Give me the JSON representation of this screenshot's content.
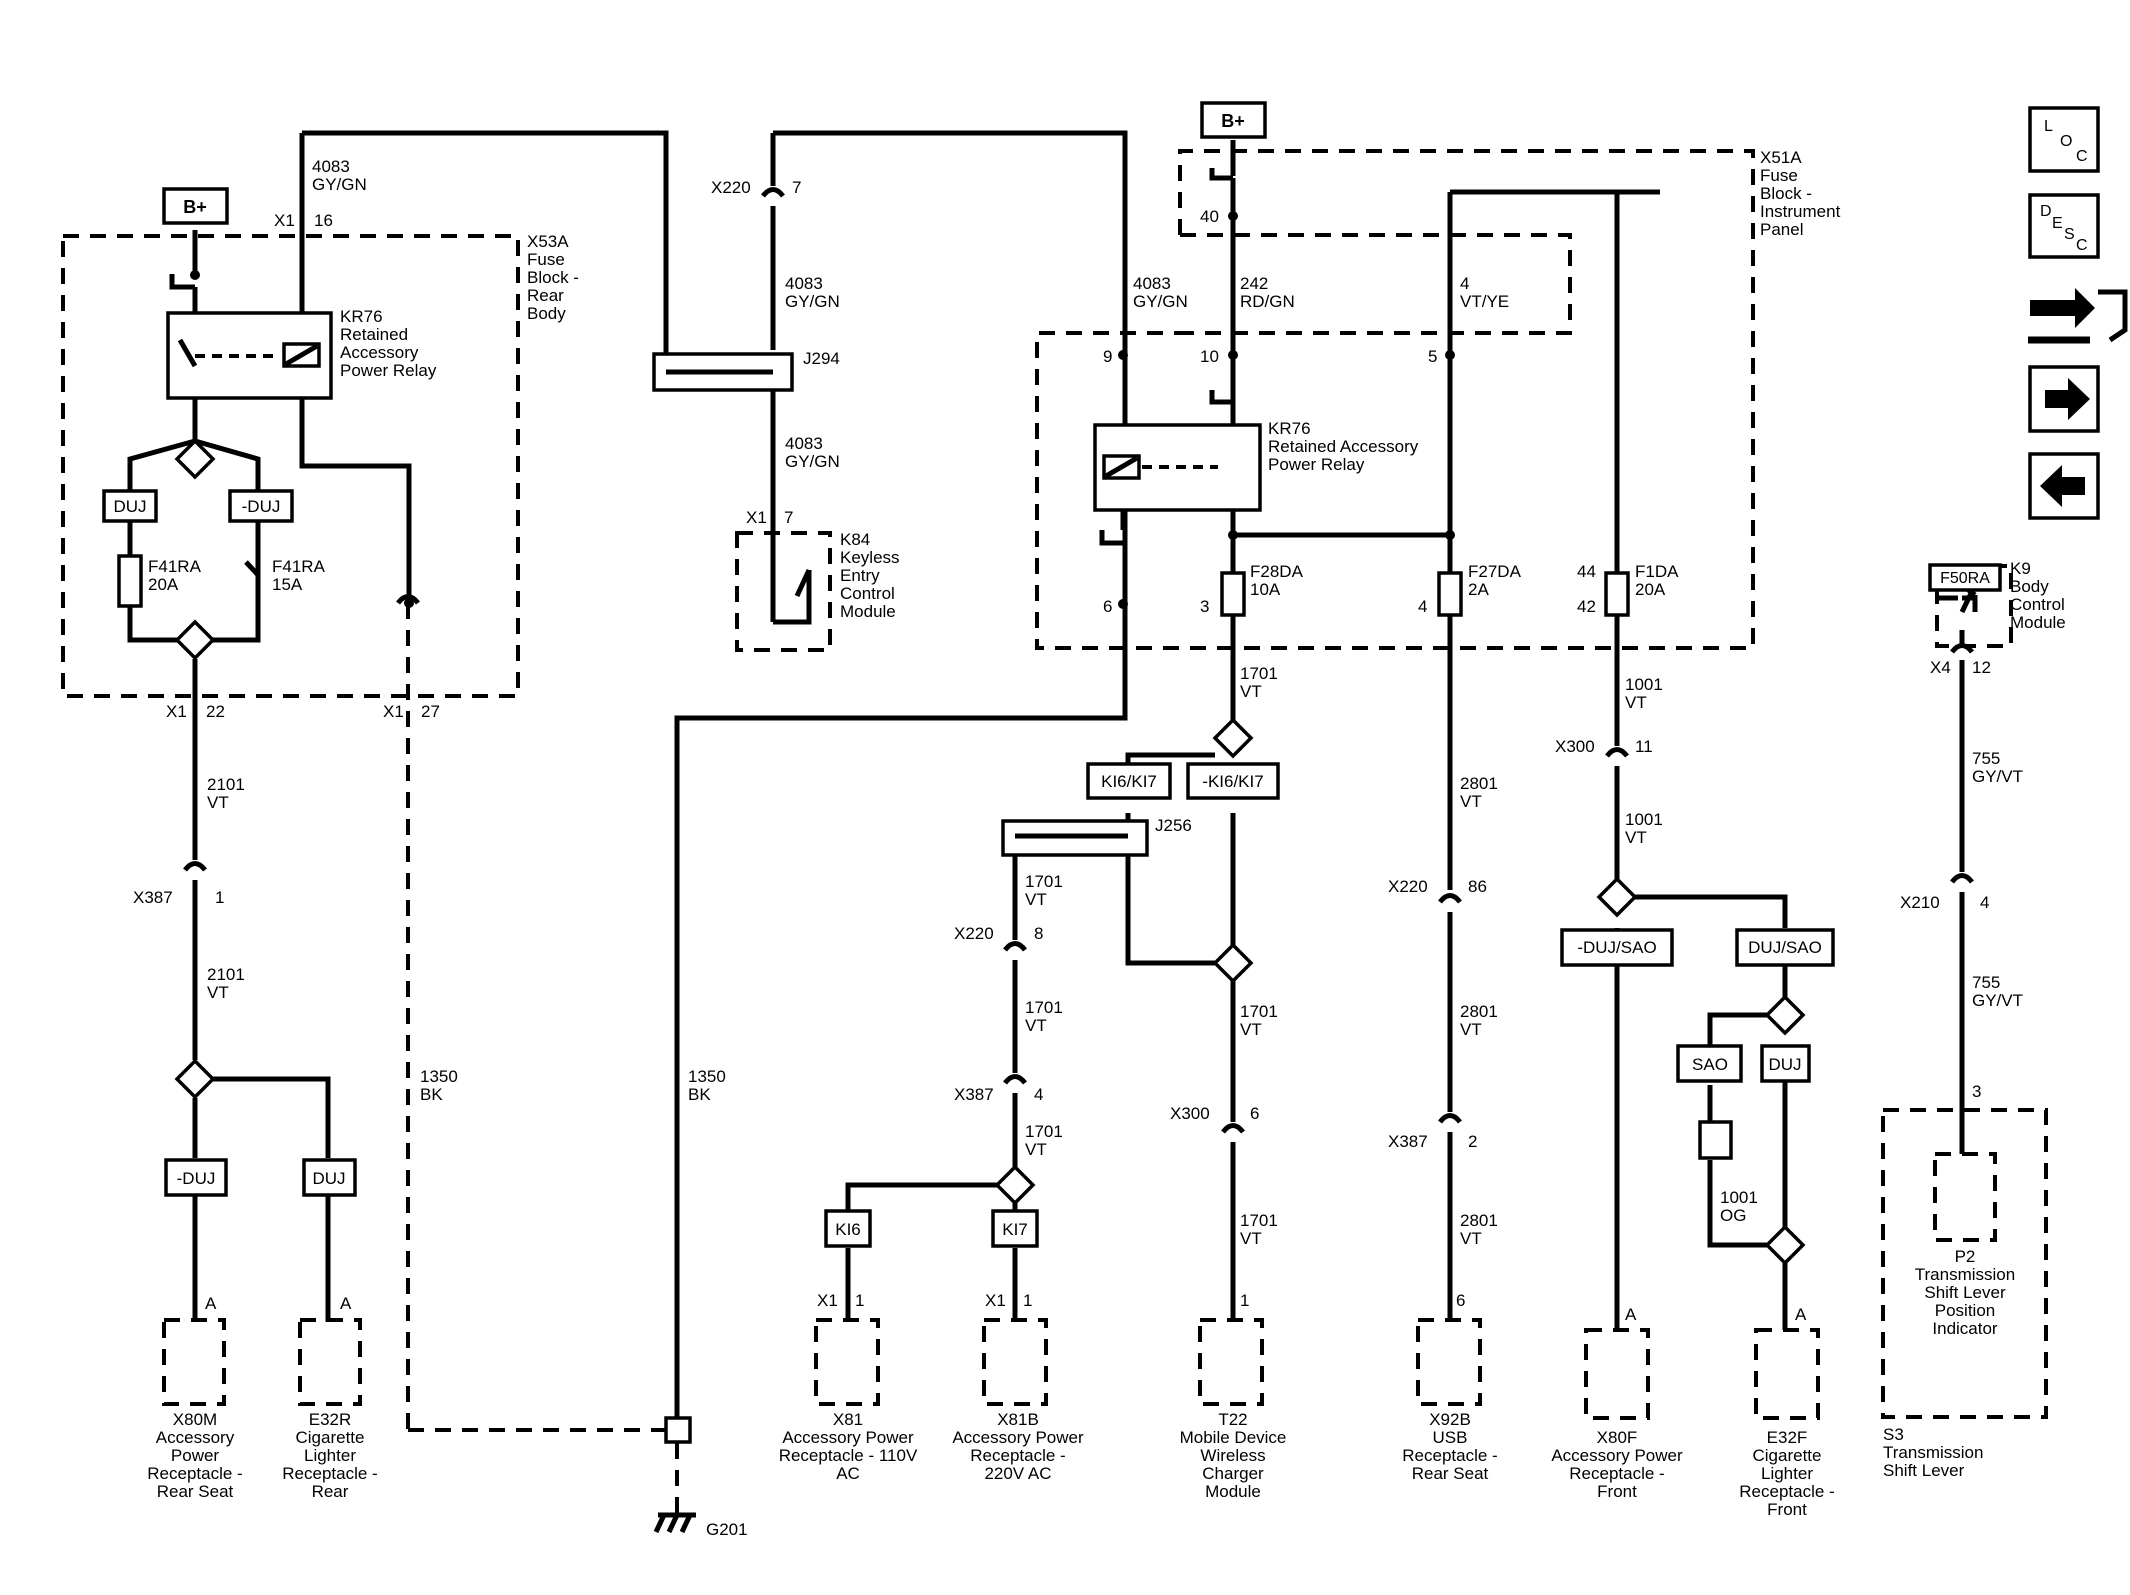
{
  "bplus": "B+",
  "ground": "G201",
  "fuse_blocks": {
    "rear": [
      "X53A",
      "Fuse",
      "Block -",
      "Rear",
      "Body"
    ],
    "ip": [
      "X51A",
      "Fuse",
      "Block -",
      "Instrument",
      "Panel"
    ]
  },
  "relays": {
    "rear": [
      "KR76",
      "Retained",
      "Accessory",
      "Power Relay"
    ],
    "ip": [
      "KR76",
      "Retained Accessory",
      "Power Relay"
    ]
  },
  "fuses": {
    "f41ra_20": [
      "F41RA",
      "20A"
    ],
    "f41ra_15": [
      "F41RA",
      "15A"
    ],
    "f28da": [
      "F28DA",
      "10A"
    ],
    "f27da": [
      "F27DA",
      "2A"
    ],
    "f1da": [
      "F1DA",
      "20A"
    ],
    "f50ra": "F50RA"
  },
  "options": {
    "duj": "DUJ",
    "nduj": "-DUJ",
    "ki6ki7": "KI6/KI7",
    "nki6ki7": "-KI6/KI7",
    "ki6": "KI6",
    "ki7": "KI7",
    "ndujsao": "-DUJ/SAO",
    "dujsao": "DUJ/SAO",
    "sao": "SAO"
  },
  "splices": {
    "j294": "J294",
    "j256": "J256"
  },
  "connectors": {
    "x1": "X1",
    "x4": "X4",
    "x220": "X220",
    "x387": "X387",
    "x300": "X300",
    "x210": "X210"
  },
  "pins": {
    "p16": "16",
    "p22": "22",
    "p27": "27",
    "p7": "7",
    "p1": "1",
    "p40": "40",
    "p9": "9",
    "p10": "10",
    "p5": "5",
    "p6": "6",
    "p3": "3",
    "p4": "4",
    "p44": "44",
    "p42": "42",
    "p11": "11",
    "p12": "12",
    "p8": "8",
    "p86": "86",
    "p2": "2",
    "pA": "A"
  },
  "wires": {
    "c4083": "4083",
    "c2101": "2101",
    "c1350": "1350",
    "c242": "242",
    "c4": "4",
    "c1701": "1701",
    "c2801": "2801",
    "c1001": "1001",
    "c755": "755",
    "gygn": "GY/GN",
    "vt": "VT",
    "bk": "BK",
    "rdgn": "RD/GN",
    "vtye": "VT/YE",
    "og": "OG",
    "gyvt": "GY/VT"
  },
  "components": {
    "k84": [
      "K84",
      "Keyless",
      "Entry",
      "Control",
      "Module"
    ],
    "k9": [
      "K9",
      "Body",
      "Control",
      "Module"
    ],
    "x80m": [
      "X80M",
      "Accessory",
      "Power",
      "Receptacle -",
      "Rear Seat"
    ],
    "e32r": [
      "E32R",
      "Cigarette",
      "Lighter",
      "Receptacle -",
      "Rear"
    ],
    "x81": [
      "X81",
      "Accessory Power",
      "Receptacle - 110V",
      "AC"
    ],
    "x81b": [
      "X81B",
      "Accessory Power",
      "Receptacle -",
      "220V AC"
    ],
    "t22": [
      "T22",
      "Mobile Device",
      "Wireless",
      "Charger",
      "Module"
    ],
    "x92b": [
      "X92B",
      "USB",
      "Receptacle -",
      "Rear Seat"
    ],
    "x80f": [
      "X80F",
      "Accessory Power",
      "Receptacle -",
      "Front"
    ],
    "e32f": [
      "E32F",
      "Cigarette",
      "Lighter",
      "Receptacle -",
      "Front"
    ],
    "p2": [
      "P2",
      "Transmission",
      "Shift Lever",
      "Position",
      "Indicator"
    ],
    "s3": [
      "S3",
      "Transmission",
      "Shift Lever"
    ]
  },
  "nav": {
    "loc": {
      "a": "L",
      "b": "O",
      "c": "C"
    },
    "desc": {
      "a": "D",
      "b": "E",
      "c": "S",
      "d": "C"
    },
    "colors": {
      "stroke": "#000000",
      "fill": "#ffffff"
    }
  }
}
